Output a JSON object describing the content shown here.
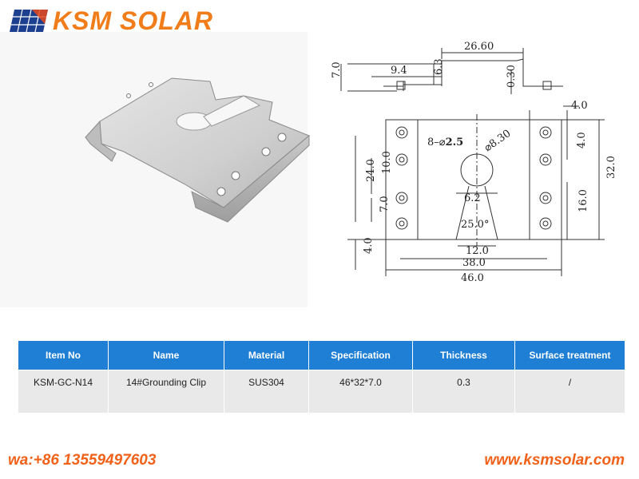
{
  "brand": {
    "name": "KSM SOLAR",
    "accent_color": "#f07d1a",
    "logo_icon": "solar-panel-icon"
  },
  "drawing": {
    "dimensions": {
      "top_overall": "26.60",
      "top_height": "7.0",
      "top_flange": "9.4",
      "top_step": "6.3",
      "top_thickness": "0.30",
      "right_margin": "4.0",
      "holes_note_prefix": "8–⌀",
      "holes_note_size": "2.5",
      "center_hole": "⌀8.30",
      "left_span": "24.0",
      "left_pitch": "10.0",
      "left_lower": "7.0",
      "right_upper": "4.0",
      "right_height": "32.0",
      "right_lower": "16.0",
      "slot_neck": "6.2",
      "slot_angle": "25.0°",
      "slot_width": "12.0",
      "inner_width": "38.0",
      "overall_width": "46.0",
      "bottom_margin": "4.0"
    }
  },
  "table": {
    "headers": [
      "Item No",
      "Name",
      "Material",
      "Specification",
      "Thickness",
      "Surface treatment"
    ],
    "rows": [
      [
        "KSM-GC-N14",
        "14#Grounding Clip",
        "SUS304",
        "46*32*7.0",
        "0.3",
        "/"
      ]
    ],
    "header_color": "#1f7fd4",
    "row_color": "#e9e9e9"
  },
  "footer": {
    "phone": "wa:+86 13559497603",
    "website": "www.ksmsolar.com",
    "color": "#f0621a"
  }
}
